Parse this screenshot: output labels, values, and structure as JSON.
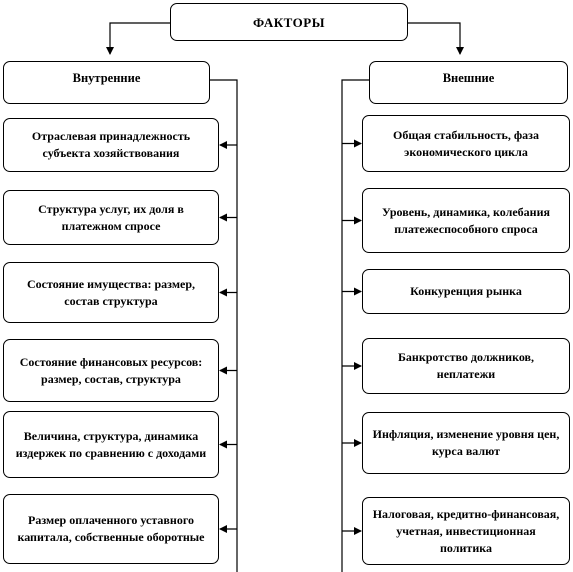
{
  "title": "ФАКТОРЫ",
  "internal": {
    "header": "Внутренние",
    "items": [
      "Отраслевая принадлежность субъекта хозяйствования",
      "Структура услуг, их доля в платежном спросе",
      "Состояние имущества: размер, состав структура",
      "Состояние финансовых ресурсов: размер, состав, структура",
      "Величина, структура, динамика издержек по сравнению с доходами",
      "Размер оплаченного уставного капитала, собственные оборотные"
    ]
  },
  "external": {
    "header": "Внешние",
    "items": [
      "Общая стабильность, фаза экономического цикла",
      "Уровень, динамика, колебания платежеспособного спроса",
      "Конкуренция рынка",
      "Банкротство должников, неплатежи",
      "Инфляция, изменение уровня цен, курса валют",
      "Налоговая, кредитно-финансовая, учетная, инвестиционная политика"
    ]
  }
}
